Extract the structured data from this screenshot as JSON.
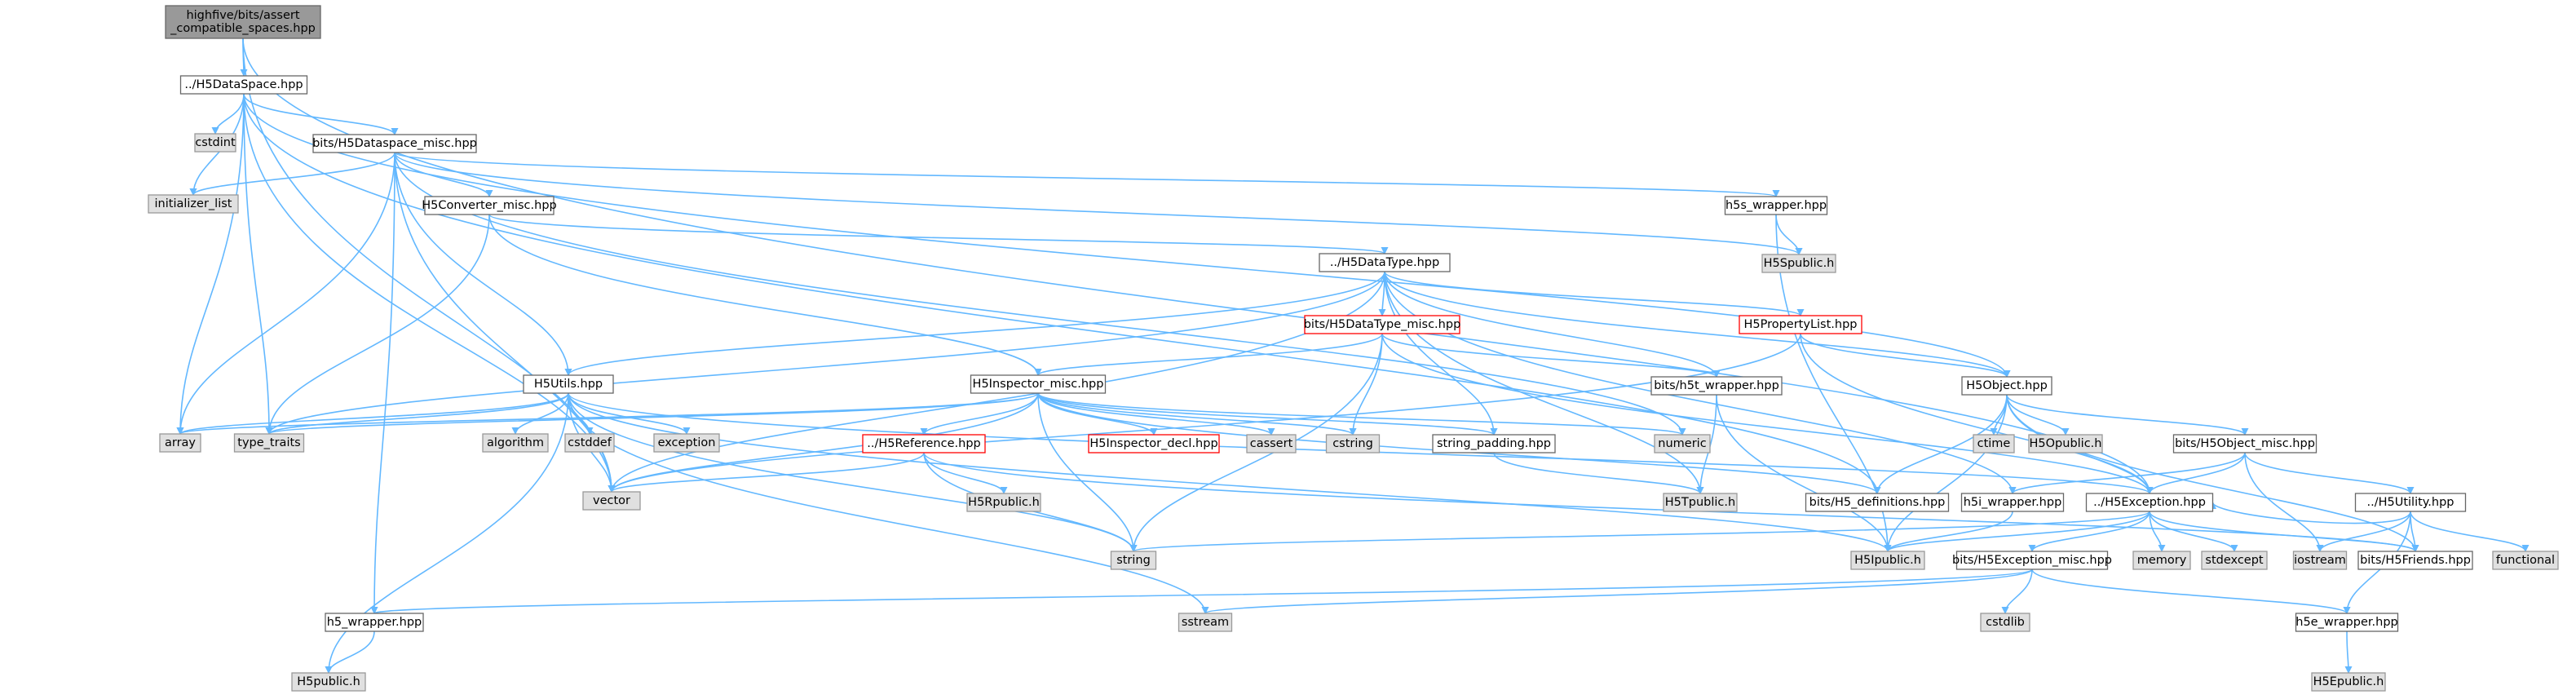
{
  "diagram": {
    "type": "include-dependency-graph",
    "colors": {
      "edge": "#63b8ff",
      "text": "#000000",
      "root_fill": "#999999",
      "root_border": "#666666",
      "local_fill": "#ffffff",
      "local_border": "#666666",
      "system_fill": "#e0e0e0",
      "system_border": "#999999",
      "missing_border": "#ff0000"
    },
    "nodes": [
      {
        "id": "root",
        "label": "highfive/bits/assert\n_compatible_spaces.hpp",
        "kind": "root"
      },
      {
        "id": "h5dataspace",
        "label": "../H5DataSpace.hpp",
        "kind": "local"
      },
      {
        "id": "cstdint",
        "label": "cstdint",
        "kind": "system"
      },
      {
        "id": "dspace_misc",
        "label": "bits/H5Dataspace_misc.hpp",
        "kind": "local"
      },
      {
        "id": "initializer_list",
        "label": "initializer_list",
        "kind": "system"
      },
      {
        "id": "h5converter_misc",
        "label": "H5Converter_misc.hpp",
        "kind": "local"
      },
      {
        "id": "h5s_wrapper",
        "label": "h5s_wrapper.hpp",
        "kind": "local"
      },
      {
        "id": "h5spublic",
        "label": "H5Spublic.h",
        "kind": "system"
      },
      {
        "id": "h5datatype",
        "label": "../H5DataType.hpp",
        "kind": "local"
      },
      {
        "id": "dtype_misc",
        "label": "bits/H5DataType_misc.hpp",
        "kind": "missing"
      },
      {
        "id": "h5propertylist",
        "label": "H5PropertyList.hpp",
        "kind": "missing"
      },
      {
        "id": "h5utils",
        "label": "H5Utils.hpp",
        "kind": "local"
      },
      {
        "id": "h5inspector_misc",
        "label": "H5Inspector_misc.hpp",
        "kind": "local"
      },
      {
        "id": "h5t_wrapper",
        "label": "bits/h5t_wrapper.hpp",
        "kind": "local"
      },
      {
        "id": "h5object",
        "label": "H5Object.hpp",
        "kind": "local"
      },
      {
        "id": "array",
        "label": "array",
        "kind": "system"
      },
      {
        "id": "type_traits",
        "label": "type_traits",
        "kind": "system"
      },
      {
        "id": "algorithm",
        "label": "algorithm",
        "kind": "system"
      },
      {
        "id": "cstddef",
        "label": "cstddef",
        "kind": "system"
      },
      {
        "id": "exception",
        "label": "exception",
        "kind": "system"
      },
      {
        "id": "h5reference",
        "label": "../H5Reference.hpp",
        "kind": "missing"
      },
      {
        "id": "h5inspector_decl",
        "label": "H5Inspector_decl.hpp",
        "kind": "missing"
      },
      {
        "id": "cassert",
        "label": "cassert",
        "kind": "system"
      },
      {
        "id": "cstring",
        "label": "cstring",
        "kind": "system"
      },
      {
        "id": "string_padding",
        "label": "string_padding.hpp",
        "kind": "local"
      },
      {
        "id": "numeric",
        "label": "numeric",
        "kind": "system"
      },
      {
        "id": "ctime",
        "label": "ctime",
        "kind": "system"
      },
      {
        "id": "h5opublic",
        "label": "H5Opublic.h",
        "kind": "system"
      },
      {
        "id": "h5object_misc",
        "label": "bits/H5Object_misc.hpp",
        "kind": "local"
      },
      {
        "id": "vector",
        "label": "vector",
        "kind": "system"
      },
      {
        "id": "h5rpublic",
        "label": "H5Rpublic.h",
        "kind": "system"
      },
      {
        "id": "h5tpublic",
        "label": "H5Tpublic.h",
        "kind": "system"
      },
      {
        "id": "h5_definitions",
        "label": "bits/H5_definitions.hpp",
        "kind": "local"
      },
      {
        "id": "h5i_wrapper",
        "label": "h5i_wrapper.hpp",
        "kind": "local"
      },
      {
        "id": "h5exception",
        "label": "../H5Exception.hpp",
        "kind": "local"
      },
      {
        "id": "h5utility",
        "label": "../H5Utility.hpp",
        "kind": "local"
      },
      {
        "id": "string",
        "label": "string",
        "kind": "system"
      },
      {
        "id": "h5ipublic",
        "label": "H5Ipublic.h",
        "kind": "system"
      },
      {
        "id": "h5exception_misc",
        "label": "bits/H5Exception_misc.hpp",
        "kind": "local"
      },
      {
        "id": "memory",
        "label": "memory",
        "kind": "system"
      },
      {
        "id": "stdexcept",
        "label": "stdexcept",
        "kind": "system"
      },
      {
        "id": "iostream",
        "label": "iostream",
        "kind": "system"
      },
      {
        "id": "h5friends",
        "label": "bits/H5Friends.hpp",
        "kind": "local"
      },
      {
        "id": "functional",
        "label": "functional",
        "kind": "system"
      },
      {
        "id": "h5_wrapper",
        "label": "h5_wrapper.hpp",
        "kind": "local"
      },
      {
        "id": "sstream",
        "label": "sstream",
        "kind": "system"
      },
      {
        "id": "cstdlib",
        "label": "cstdlib",
        "kind": "system"
      },
      {
        "id": "h5e_wrapper",
        "label": "h5e_wrapper.hpp",
        "kind": "local"
      },
      {
        "id": "h5public",
        "label": "H5public.h",
        "kind": "system"
      },
      {
        "id": "h5epublic",
        "label": "H5Epublic.h",
        "kind": "system"
      }
    ],
    "edges": [
      [
        "root",
        "h5dataspace"
      ],
      [
        "root",
        "h5exception"
      ],
      [
        "root",
        "vector"
      ],
      [
        "h5dataspace",
        "cstdint"
      ],
      [
        "h5dataspace",
        "initializer_list"
      ],
      [
        "h5dataspace",
        "dspace_misc"
      ],
      [
        "h5dataspace",
        "array"
      ],
      [
        "h5dataspace",
        "type_traits"
      ],
      [
        "h5dataspace",
        "vector"
      ],
      [
        "h5dataspace",
        "h5object"
      ],
      [
        "h5dataspace",
        "h5_definitions"
      ],
      [
        "dspace_misc",
        "initializer_list"
      ],
      [
        "dspace_misc",
        "h5converter_misc"
      ],
      [
        "dspace_misc",
        "h5s_wrapper"
      ],
      [
        "dspace_misc",
        "h5spublic"
      ],
      [
        "dspace_misc",
        "h5utils"
      ],
      [
        "dspace_misc",
        "array"
      ],
      [
        "dspace_misc",
        "vector"
      ],
      [
        "dspace_misc",
        "numeric"
      ],
      [
        "dspace_misc",
        "h5_wrapper"
      ],
      [
        "h5converter_misc",
        "h5datatype"
      ],
      [
        "h5converter_misc",
        "h5inspector_misc"
      ],
      [
        "h5converter_misc",
        "type_traits"
      ],
      [
        "h5s_wrapper",
        "h5spublic"
      ],
      [
        "h5s_wrapper",
        "h5ipublic"
      ],
      [
        "h5datatype",
        "dtype_misc"
      ],
      [
        "h5datatype",
        "h5propertylist"
      ],
      [
        "h5datatype",
        "h5object"
      ],
      [
        "h5datatype",
        "h5utils"
      ],
      [
        "h5datatype",
        "h5t_wrapper"
      ],
      [
        "h5datatype",
        "string_padding"
      ],
      [
        "h5datatype",
        "h5tpublic"
      ],
      [
        "h5datatype",
        "vector"
      ],
      [
        "h5datatype",
        "type_traits"
      ],
      [
        "h5datatype",
        "h5i_wrapper"
      ],
      [
        "dtype_misc",
        "h5inspector_misc"
      ],
      [
        "dtype_misc",
        "h5t_wrapper"
      ],
      [
        "dtype_misc",
        "cstring"
      ],
      [
        "dtype_misc",
        "string"
      ],
      [
        "dtype_misc",
        "h5exception"
      ],
      [
        "h5propertylist",
        "h5object"
      ],
      [
        "h5propertylist",
        "h5exception"
      ],
      [
        "h5propertylist",
        "vector"
      ],
      [
        "h5utils",
        "array"
      ],
      [
        "h5utils",
        "type_traits"
      ],
      [
        "h5utils",
        "algorithm"
      ],
      [
        "h5utils",
        "cstddef"
      ],
      [
        "h5utils",
        "exception"
      ],
      [
        "h5utils",
        "vector"
      ],
      [
        "h5utils",
        "string"
      ],
      [
        "h5utils",
        "sstream"
      ],
      [
        "h5utils",
        "h5public"
      ],
      [
        "h5utils",
        "h5exception"
      ],
      [
        "h5utils",
        "h5ipublic"
      ],
      [
        "h5inspector_misc",
        "h5reference"
      ],
      [
        "h5inspector_misc",
        "h5inspector_decl"
      ],
      [
        "h5inspector_misc",
        "cassert"
      ],
      [
        "h5inspector_misc",
        "cstring"
      ],
      [
        "h5inspector_misc",
        "string_padding"
      ],
      [
        "h5inspector_misc",
        "numeric"
      ],
      [
        "h5inspector_misc",
        "vector"
      ],
      [
        "h5inspector_misc",
        "array"
      ],
      [
        "h5inspector_misc",
        "type_traits"
      ],
      [
        "h5inspector_misc",
        "string"
      ],
      [
        "h5inspector_misc",
        "h5_definitions"
      ],
      [
        "h5reference",
        "h5rpublic"
      ],
      [
        "h5reference",
        "vector"
      ],
      [
        "h5reference",
        "string"
      ],
      [
        "h5reference",
        "h5friends"
      ],
      [
        "h5t_wrapper",
        "h5tpublic"
      ],
      [
        "h5t_wrapper",
        "h5ipublic"
      ],
      [
        "string_padding",
        "h5tpublic"
      ],
      [
        "h5object",
        "ctime"
      ],
      [
        "h5object",
        "h5opublic"
      ],
      [
        "h5object",
        "h5object_misc"
      ],
      [
        "h5object",
        "h5_definitions"
      ],
      [
        "h5object",
        "h5exception"
      ],
      [
        "h5object",
        "h5friends"
      ],
      [
        "h5object",
        "h5ipublic"
      ],
      [
        "h5object_misc",
        "h5exception"
      ],
      [
        "h5object_misc",
        "h5i_wrapper"
      ],
      [
        "h5object_misc",
        "h5utility"
      ],
      [
        "h5object_misc",
        "iostream"
      ],
      [
        "h5i_wrapper",
        "h5ipublic"
      ],
      [
        "h5exception",
        "memory"
      ],
      [
        "h5exception",
        "stdexcept"
      ],
      [
        "h5exception",
        "string"
      ],
      [
        "h5exception",
        "h5ipublic"
      ],
      [
        "h5exception",
        "h5exception_misc"
      ],
      [
        "h5exception",
        "h5friends"
      ],
      [
        "h5utility",
        "h5exception"
      ],
      [
        "h5utility",
        "h5friends"
      ],
      [
        "h5utility",
        "iostream"
      ],
      [
        "h5utility",
        "functional"
      ],
      [
        "h5utility",
        "h5e_wrapper"
      ],
      [
        "h5exception_misc",
        "cstdlib"
      ],
      [
        "h5exception_misc",
        "sstream"
      ],
      [
        "h5exception_misc",
        "h5_wrapper"
      ],
      [
        "h5exception_misc",
        "h5e_wrapper"
      ],
      [
        "h5_wrapper",
        "h5public"
      ],
      [
        "h5e_wrapper",
        "h5epublic"
      ]
    ]
  }
}
